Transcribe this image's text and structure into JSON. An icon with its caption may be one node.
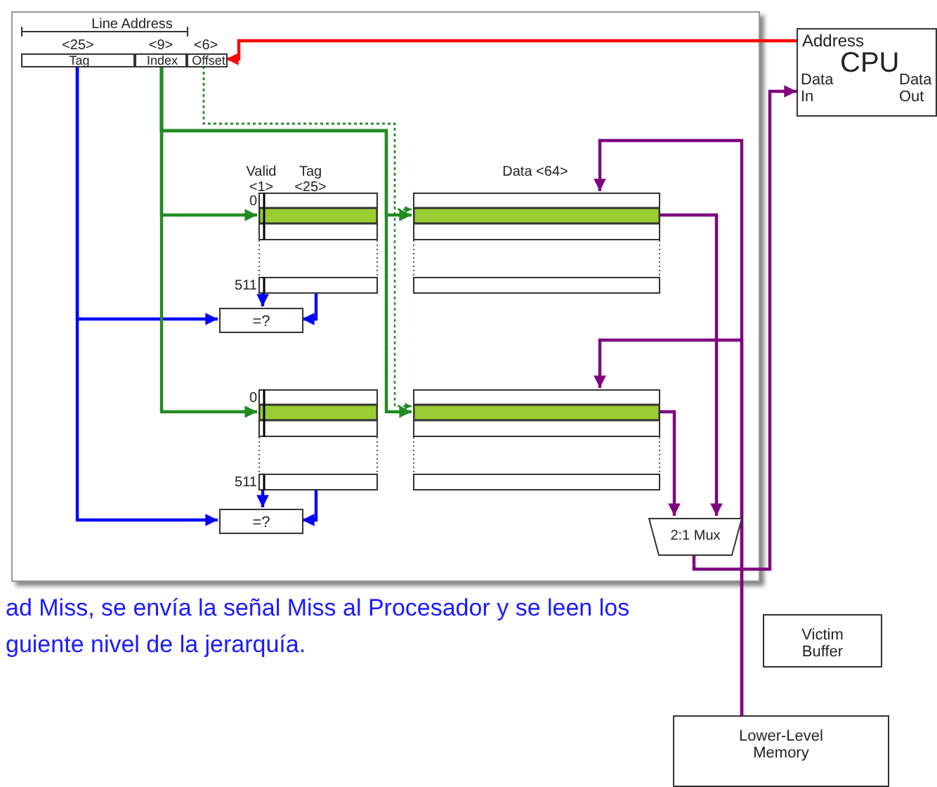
{
  "diagram": {
    "nodes": [
      {
        "text": [],
        "shape": "box"
      },
      {
        "text": [
          "Tag"
        ],
        "beside": [
          "<25>"
        ],
        "in": 0
      },
      {
        "text": [
          "Index"
        ],
        "beside": [
          "<9>"
        ],
        "in": 0
      },
      {
        "text": [
          "Offset"
        ],
        "beside": [
          "<6>"
        ],
        "in": 0
      },
      {
        "text": [],
        "shape": "box",
        "beside": [
          "Valid <1>",
          "Tag <25>",
          "0",
          "511"
        ],
        "in": 0
      },
      {
        "text": [],
        "shape": "box",
        "beside": [
          "Data <64>"
        ],
        "in": 0
      },
      {
        "text": [
          "=?"
        ],
        "in": 0
      },
      {
        "text": [],
        "shape": "box",
        "beside": [
          "0",
          "511"
        ],
        "in": 0
      },
      {
        "text": [],
        "shape": "box",
        "in": 0
      },
      {
        "text": [
          "=?"
        ],
        "in": 0
      },
      {
        "text": [
          "2:1 Mux"
        ],
        "in": 0
      },
      {
        "text": [
          "Address",
          "CPU",
          "Data In",
          "Data Out"
        ]
      },
      {
        "text": [
          "Victim Buffer"
        ]
      },
      {
        "text": [
          "Lower-Level Memory"
        ]
      }
    ],
    "edges": [
      {
        "from": 11,
        "to": 3,
        "arrow": "to",
        "color": "#ff0000"
      },
      {
        "from": 1,
        "to": 6,
        "arrow": "to",
        "color": "#0000ff"
      },
      {
        "from": 1,
        "to": 9,
        "arrow": "to",
        "color": "#0000ff"
      },
      {
        "from": 2,
        "to": 4,
        "arrow": "to",
        "color": "#228b22"
      },
      {
        "from": 2,
        "to": 7,
        "arrow": "to",
        "color": "#228b22"
      },
      {
        "from": 2,
        "to": 5,
        "arrow": "to",
        "color": "#228b22"
      },
      {
        "from": 2,
        "to": 8,
        "arrow": "to",
        "color": "#228b22"
      },
      {
        "from": 3,
        "to": 5,
        "arrow": "to",
        "style": "dashed",
        "color": "#228b22"
      },
      {
        "from": 3,
        "to": 8,
        "arrow": "to",
        "style": "dashed",
        "color": "#228b22"
      },
      {
        "from": 4,
        "to": 6,
        "arrow": "to",
        "color": "#0000ff"
      },
      {
        "from": 4,
        "to": 6,
        "arrow": "to",
        "color": "#0000ff"
      },
      {
        "from": 7,
        "to": 9,
        "arrow": "to",
        "color": "#0000ff"
      },
      {
        "from": 7,
        "to": 9,
        "arrow": "to",
        "color": "#0000ff"
      },
      {
        "from": 5,
        "to": 10,
        "arrow": "to",
        "color": "#800080"
      },
      {
        "from": 8,
        "to": 10,
        "arrow": "to",
        "color": "#800080"
      },
      {
        "from": 10,
        "to": 11,
        "arrow": "to",
        "color": "#800080"
      },
      {
        "from": 13,
        "to": 5,
        "arrow": "to",
        "color": "#800080"
      },
      {
        "from": 13,
        "to": 8,
        "arrow": "to",
        "color": "#800080"
      }
    ],
    "labels": [
      "Line Address",
      "ad Miss, se envía la señal Miss al Procesador y se leen los guiente nivel de la jerarquía."
    ]
  }
}
